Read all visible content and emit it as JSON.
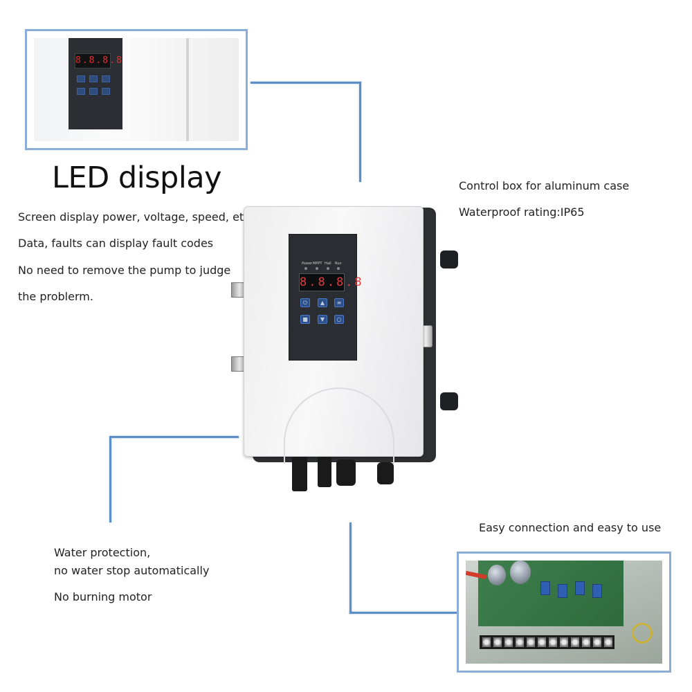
{
  "heading": "LED display",
  "left_features": [
    "Screen display power, voltage, speed, etc.",
    "Data, faults can display fault codes",
    "No need to remove the pump to judge",
    "the problerm."
  ],
  "right_features": [
    "Control box for aluminum case",
    "Waterproof rating:IP65"
  ],
  "bottom_left_features": [
    "Water protection,",
    "no water stop automatically",
    "No burning motor"
  ],
  "bottom_right_caption": "Easy connection and easy to use",
  "panel": {
    "led_readout": "8.8.8.8",
    "indicator_labels": [
      "Power",
      "MPPT",
      "Hall",
      "Run"
    ]
  },
  "colors": {
    "connector_line": "#5c8fc8",
    "inset_frame": "#8aaed8",
    "led_digits": "#e23c3c",
    "keypad": "#2d4f8a"
  }
}
